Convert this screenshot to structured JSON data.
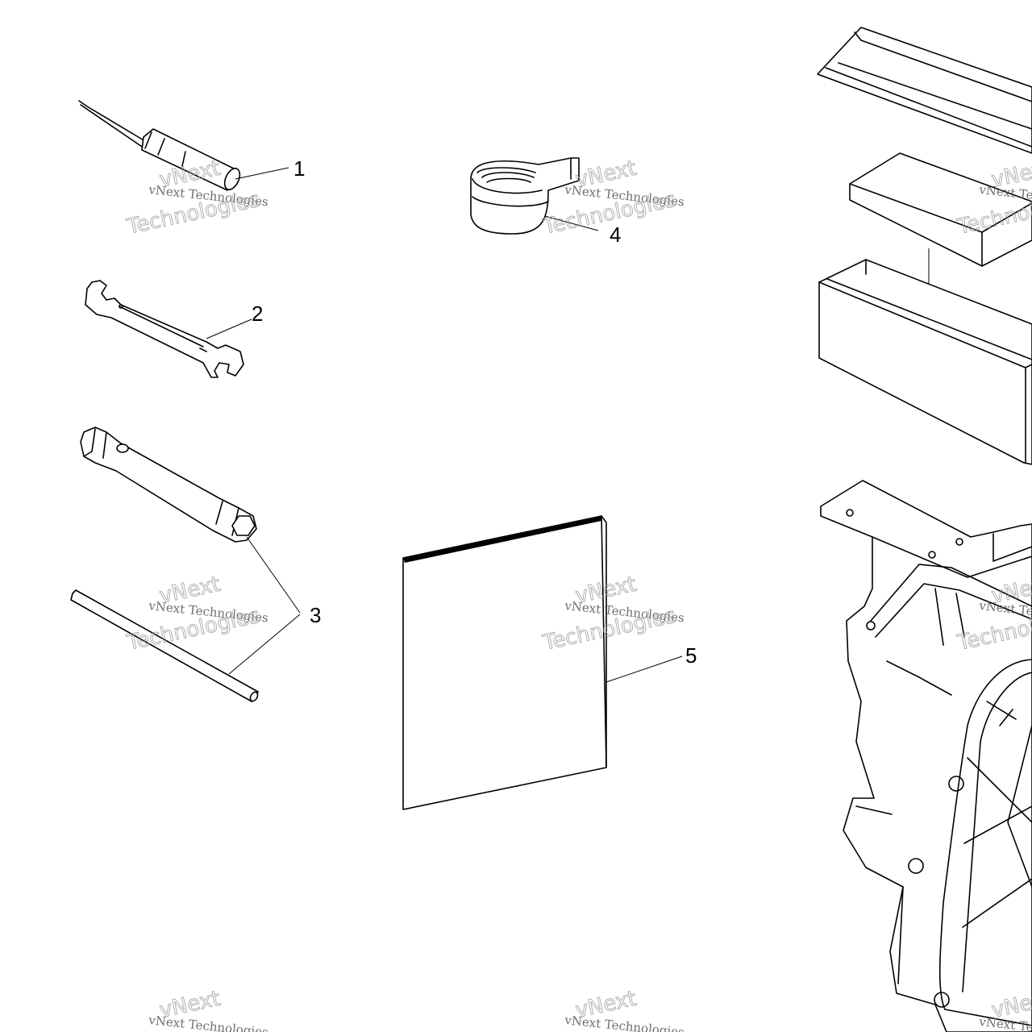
{
  "callouts": {
    "c1": "1",
    "c2": "2",
    "c3": "3",
    "c4": "4",
    "c5": "5"
  },
  "watermark": {
    "line1": "vNext",
    "line2": "vNext Technologies",
    "line3": "Technologies"
  },
  "colors": {
    "line": "#000000",
    "background": "#ffffff",
    "watermark": "#9a9a9a"
  }
}
